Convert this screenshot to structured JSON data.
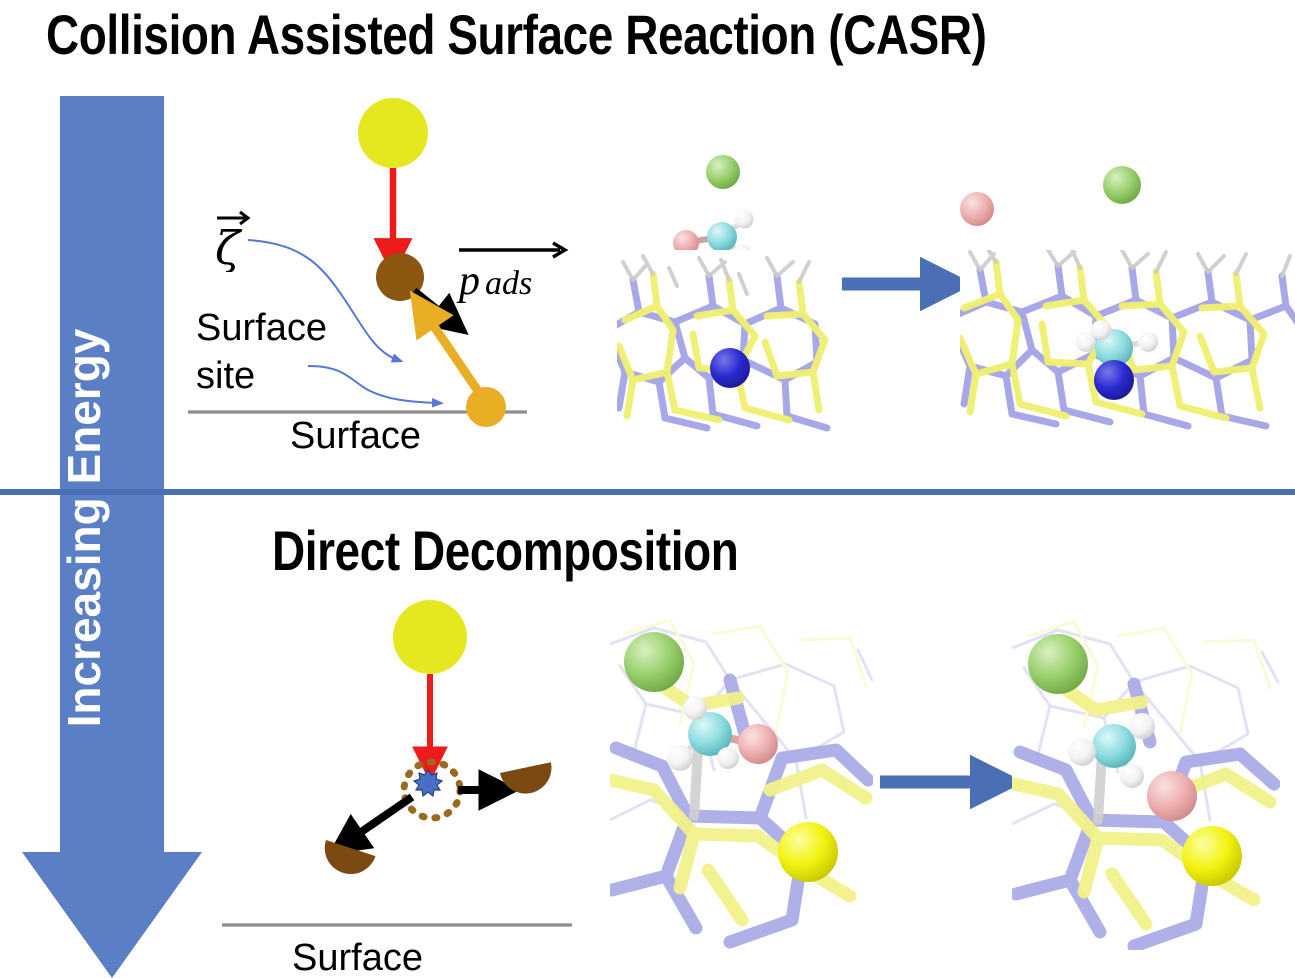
{
  "figure": {
    "top_panel_title": "Collision Assisted Surface Reaction (CASR)",
    "bottom_panel_title": "Direct Decomposition",
    "energy_axis_label": "Increasing Energy",
    "divider_color": "#4a6fb5"
  },
  "schematic_top": {
    "surface_site_line1": "Surface",
    "surface_site_line2": "site",
    "surface_label": "Surface",
    "zeta_symbol": "ζ",
    "momentum_symbol": "p",
    "momentum_subscript": "ads",
    "projectile_color": "#e5e820",
    "adsorbate_color": "#8a5610",
    "site_color": "#e9ae25",
    "impact_arrow_color": "#ee1b1b",
    "momentum_arrow_color": "#000000",
    "site_vector_color": "#e9ae25",
    "leader_color": "#5577dd",
    "surface_line_color": "#8e8e8e"
  },
  "schematic_bottom": {
    "surface_label": "Surface",
    "projectile_color": "#e5e820",
    "impact_arrow_color": "#ee1b1b",
    "fragment_color": "#7a4a12",
    "molecule_outline_color": "#9a6a1e",
    "burst_color": "#4a6fc0",
    "surface_line_color": "#8e8e8e"
  },
  "molecular_panels": {
    "transition_arrow_color": "#4a6fb5",
    "atoms": {
      "projectile_green": "#9ad06e",
      "carbon_cyan": "#8fdde0",
      "hydrogen_white": "#f2f2f2",
      "fragment_pink": "#eeb0b0",
      "active_site_blue": "#2a2ad0",
      "active_site_yellow": "#f2f211",
      "lattice_yellow": "#f0f070",
      "lattice_blue": "#8c8cdd"
    },
    "panels": [
      {
        "id": "casr-reactant",
        "caption": ""
      },
      {
        "id": "casr-product",
        "caption": ""
      },
      {
        "id": "direct-reactant",
        "caption": ""
      },
      {
        "id": "direct-product",
        "caption": ""
      }
    ]
  }
}
